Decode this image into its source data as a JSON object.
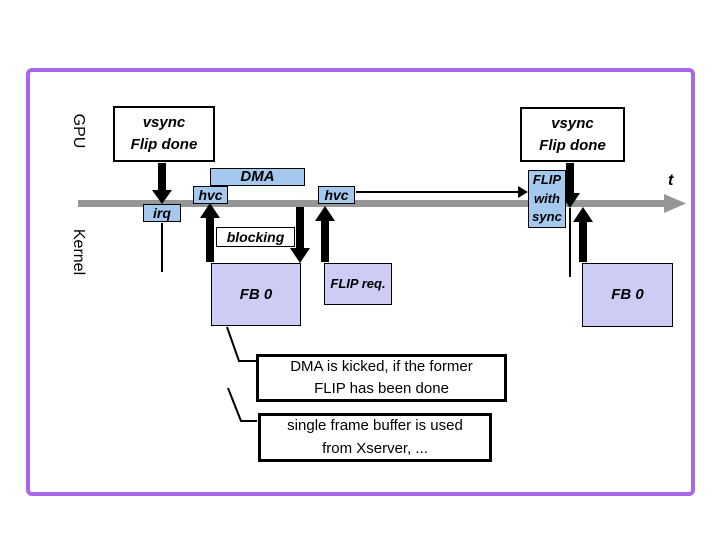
{
  "colors": {
    "frame_border": "#a866e8",
    "event_blue": "#a5c9ee",
    "buffer_lavender": "#ccccf5",
    "timeline_gray": "#969696",
    "arrow_black": "#000000"
  },
  "lanes": {
    "gpu_label": "GPU",
    "kernel_label": "Kernel"
  },
  "timeline": {
    "axis_label": "t"
  },
  "gpu_events": {
    "vsync_left": "vsync\nFlip done",
    "vsync_right": "vsync\nFlip done",
    "dma": "DMA",
    "hvc_left": "hvc",
    "hvc_right": "hvc",
    "flip_with_sync": "FLIP\nwith\nsync"
  },
  "kernel_events": {
    "irq": "irq",
    "blocking": "blocking",
    "fb0_left": "FB 0",
    "flip_req": "FLIP req.",
    "fb0_right": "FB 0"
  },
  "annotations": {
    "note1": "DMA is kicked, if the former\nFLIP has been done",
    "note2": "single frame buffer is used\nfrom Xserver, ..."
  }
}
